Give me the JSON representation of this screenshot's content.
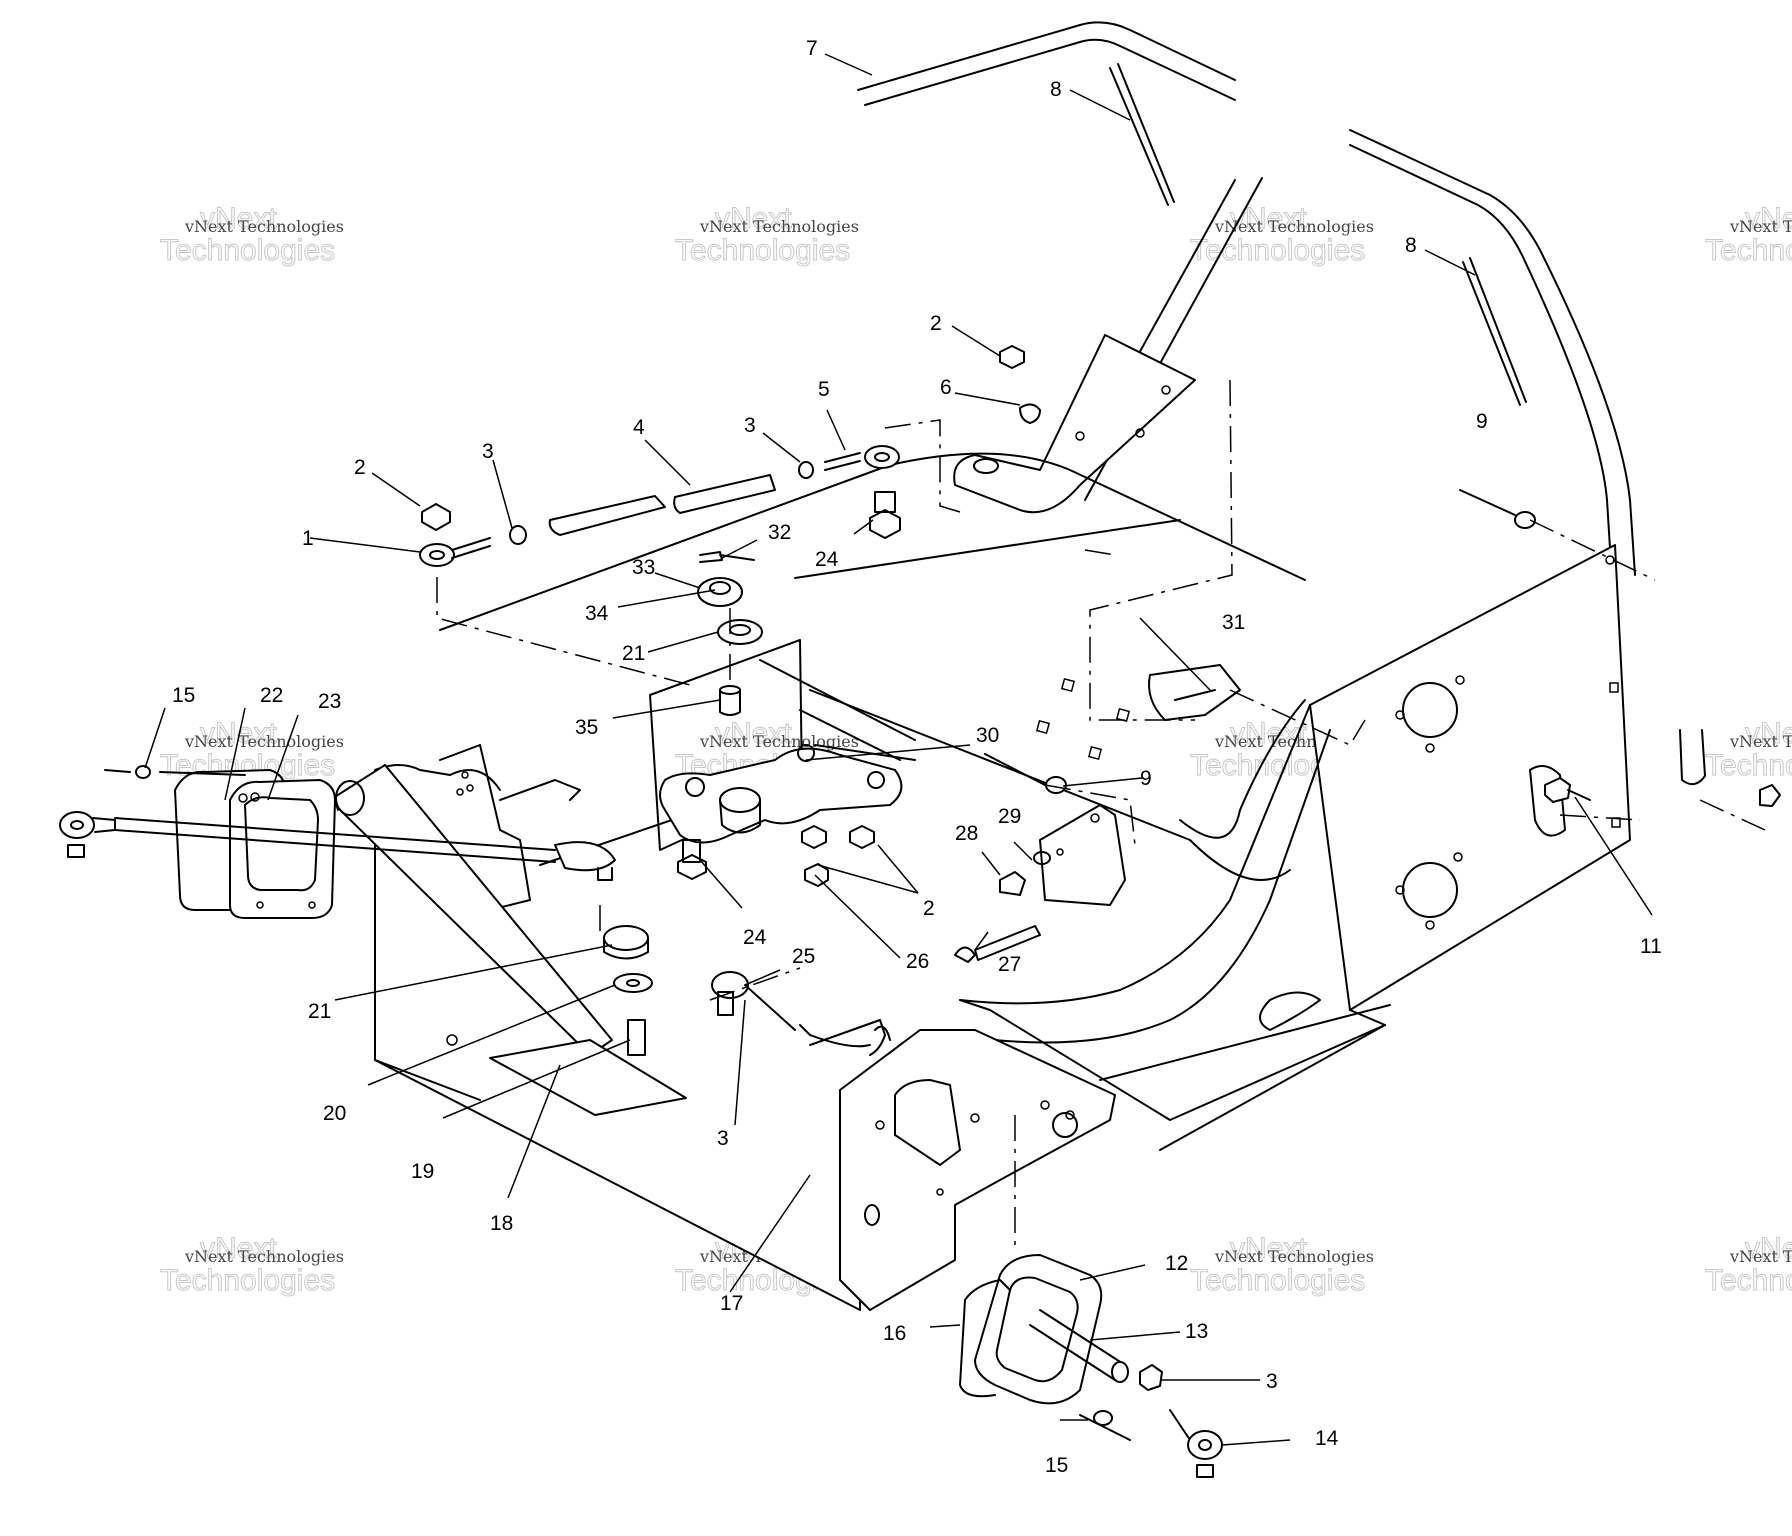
{
  "callouts": [
    {
      "id": "c7",
      "text": "7"
    },
    {
      "id": "c8a",
      "text": "8"
    },
    {
      "id": "c8b",
      "text": "8"
    },
    {
      "id": "c2a",
      "text": "2"
    },
    {
      "id": "c6",
      "text": "6"
    },
    {
      "id": "c2b",
      "text": "2"
    },
    {
      "id": "c3a",
      "text": "3"
    },
    {
      "id": "c4",
      "text": "4"
    },
    {
      "id": "c3b",
      "text": "3"
    },
    {
      "id": "c5",
      "text": "5"
    },
    {
      "id": "c1",
      "text": "1"
    },
    {
      "id": "c24a",
      "text": "24"
    },
    {
      "id": "c32",
      "text": "32"
    },
    {
      "id": "c33",
      "text": "33"
    },
    {
      "id": "c34",
      "text": "34"
    },
    {
      "id": "c21a",
      "text": "21"
    },
    {
      "id": "c9a",
      "text": "9"
    },
    {
      "id": "c31",
      "text": "31"
    },
    {
      "id": "c15a",
      "text": "15"
    },
    {
      "id": "c22",
      "text": "22"
    },
    {
      "id": "c23",
      "text": "23"
    },
    {
      "id": "c35",
      "text": "35"
    },
    {
      "id": "c30",
      "text": "30"
    },
    {
      "id": "c9b",
      "text": "9"
    },
    {
      "id": "c29",
      "text": "29"
    },
    {
      "id": "c28",
      "text": "28"
    },
    {
      "id": "c2c",
      "text": "2"
    },
    {
      "id": "c27",
      "text": "27"
    },
    {
      "id": "c11",
      "text": "11"
    },
    {
      "id": "c24b",
      "text": "24"
    },
    {
      "id": "c25",
      "text": "25"
    },
    {
      "id": "c26",
      "text": "26"
    },
    {
      "id": "c21b",
      "text": "21"
    },
    {
      "id": "c20",
      "text": "20"
    },
    {
      "id": "c3c",
      "text": "3"
    },
    {
      "id": "c19",
      "text": "19"
    },
    {
      "id": "c18",
      "text": "18"
    },
    {
      "id": "c17",
      "text": "17"
    },
    {
      "id": "c12",
      "text": "12"
    },
    {
      "id": "c13",
      "text": "13"
    },
    {
      "id": "c16",
      "text": "16"
    },
    {
      "id": "c3d",
      "text": "3"
    },
    {
      "id": "c14",
      "text": "14"
    },
    {
      "id": "c15b",
      "text": "15"
    }
  ],
  "watermark": {
    "brand": "vNext",
    "line": "vNext Technologies",
    "word": "Technologies"
  }
}
